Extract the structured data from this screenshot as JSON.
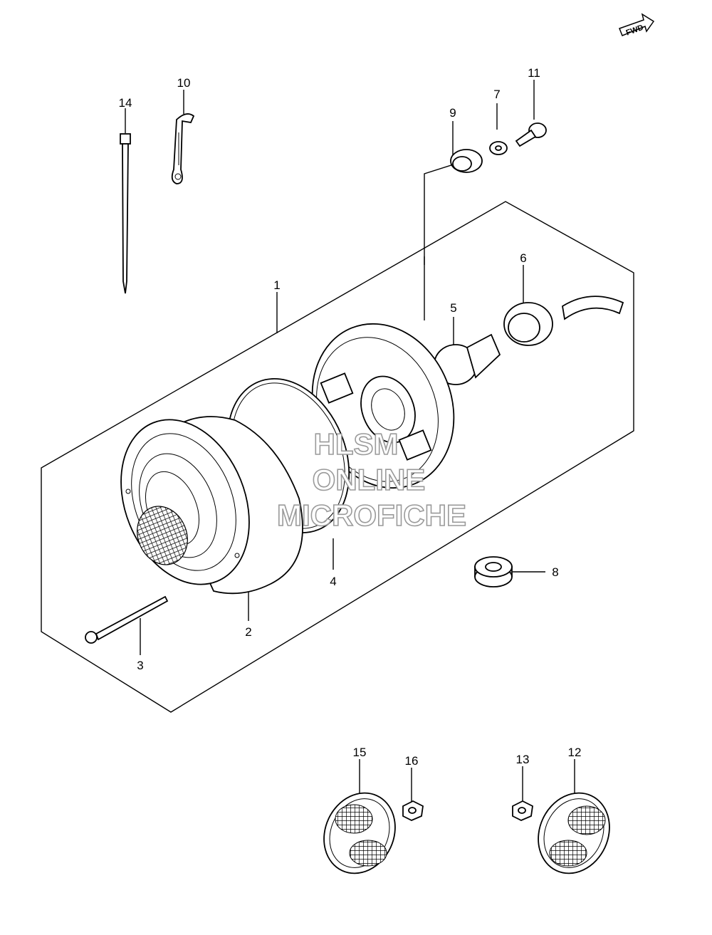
{
  "fwd_label": "FWD",
  "watermark": [
    "HLSM",
    "ONLINE",
    "MICROFICHE"
  ],
  "callouts": {
    "c1": "1",
    "c2": "2",
    "c3": "3",
    "c4": "4",
    "c5": "5",
    "c6": "6",
    "c7": "7",
    "c8": "8",
    "c9": "9",
    "c10": "10",
    "c11": "11",
    "c12": "12",
    "c13": "13",
    "c14": "14",
    "c15": "15",
    "c16": "16"
  }
}
